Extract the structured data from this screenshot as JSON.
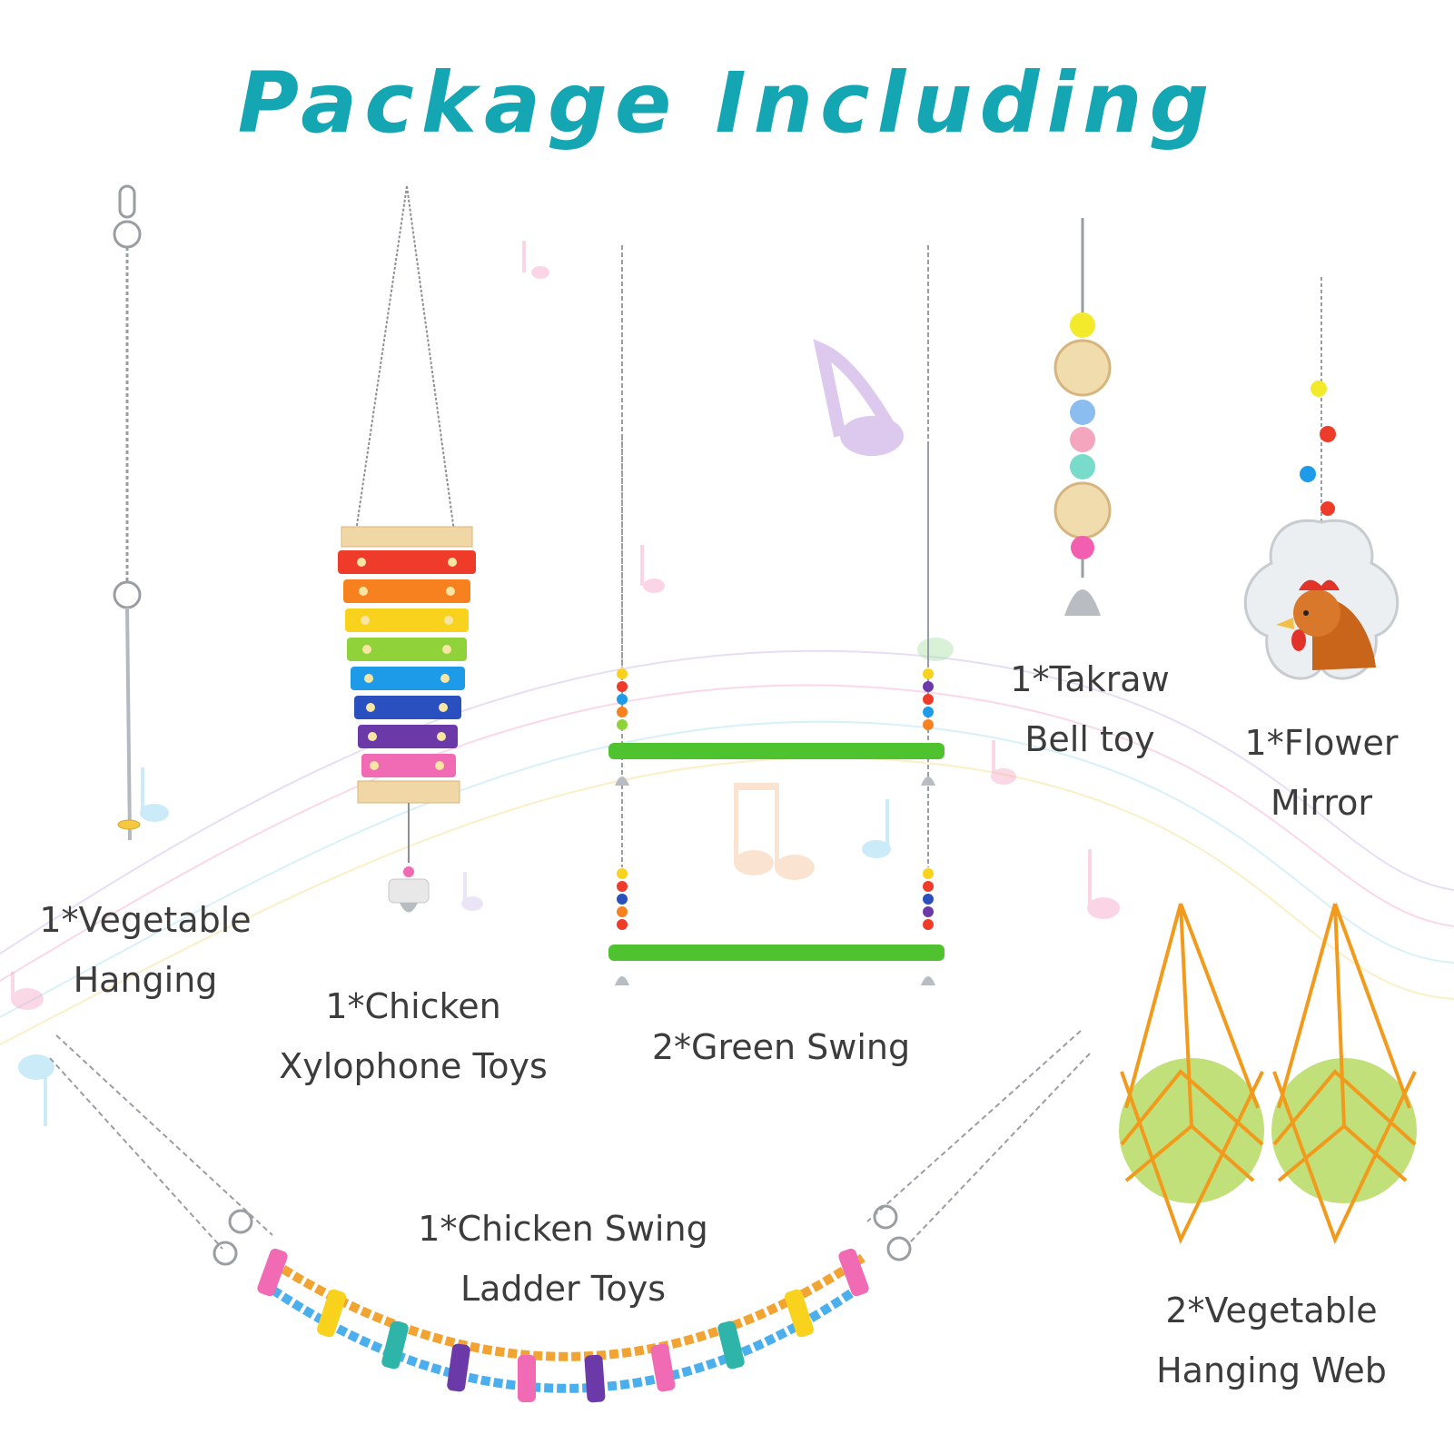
{
  "title": "Package Including",
  "items": [
    {
      "line1": "1*Vegetable",
      "line2": "Hanging"
    },
    {
      "line1": "1*Chicken",
      "line2": "Xylophone Toys"
    },
    {
      "line1": "2*Green Swing"
    },
    {
      "line1": "1*Takraw",
      "line2": "Bell toy"
    },
    {
      "line1": "1*Flower",
      "line2": "Mirror"
    },
    {
      "line1": "1*Chicken Swing",
      "line2": "Ladder Toys"
    },
    {
      "line1": "2*Vegetable",
      "line2": "Hanging Web"
    }
  ],
  "colors": {
    "title": "#14a6b2",
    "label": "#3c3c3c",
    "xylophone_bars": [
      "#ee3b2a",
      "#f7811f",
      "#f8d21c",
      "#8fd23a",
      "#1e9be8",
      "#2a4fbf",
      "#6b3aa8",
      "#f06bb4"
    ],
    "swing_perch": "#4fc22f",
    "net": "#f19a1c",
    "cabbage": "#c2e07a"
  }
}
